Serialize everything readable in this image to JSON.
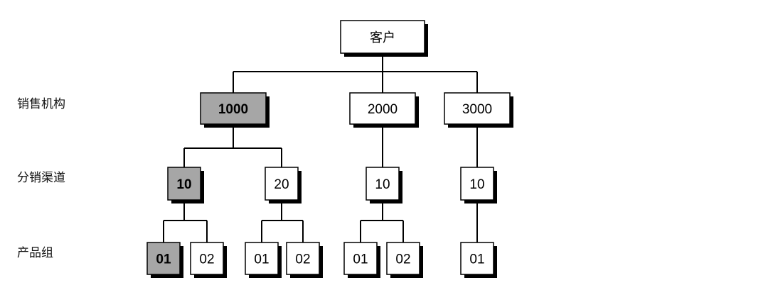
{
  "row_labels": {
    "sales_org": "销售机构",
    "distribution_channel": "分销渠道",
    "division": "产品组"
  },
  "root": {
    "label": "客户"
  },
  "sales_orgs": [
    {
      "label": "1000",
      "selected": true
    },
    {
      "label": "2000",
      "selected": false
    },
    {
      "label": "3000",
      "selected": false
    }
  ],
  "channels": [
    {
      "label": "10",
      "parent": 0,
      "selected": true
    },
    {
      "label": "20",
      "parent": 0,
      "selected": false
    },
    {
      "label": "10",
      "parent": 1,
      "selected": false
    },
    {
      "label": "10",
      "parent": 2,
      "selected": false
    }
  ],
  "divisions": [
    {
      "label": "01",
      "parent": 0,
      "selected": true
    },
    {
      "label": "02",
      "parent": 0,
      "selected": false
    },
    {
      "label": "01",
      "parent": 1,
      "selected": false
    },
    {
      "label": "02",
      "parent": 1,
      "selected": false
    },
    {
      "label": "01",
      "parent": 2,
      "selected": false
    },
    {
      "label": "02",
      "parent": 2,
      "selected": false
    },
    {
      "label": "01",
      "parent": 3,
      "selected": false
    }
  ],
  "colors": {
    "selected_fill": "#a6a6a6",
    "box_fill": "#ffffff",
    "line": "#000000"
  }
}
